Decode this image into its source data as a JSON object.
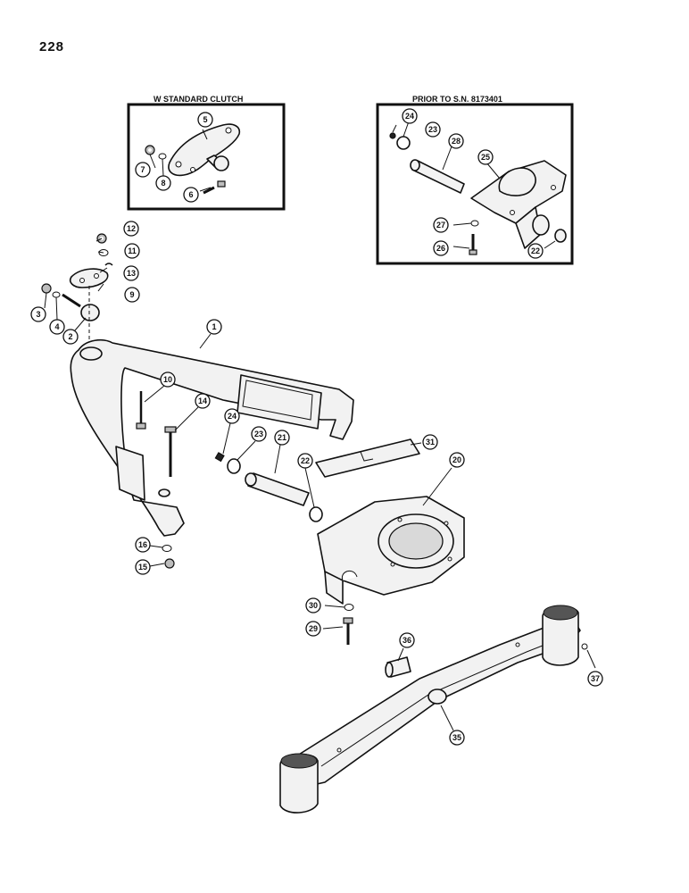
{
  "page": {
    "number": "228"
  },
  "insets": {
    "standard_clutch": {
      "title": "W  STANDARD CLUTCH"
    },
    "prior_sn": {
      "title": "PRIOR TO S.N. 8173401"
    }
  },
  "callouts": {
    "c1": "1",
    "c2": "2",
    "c3": "3",
    "c4": "4",
    "c5": "5",
    "c6": "6",
    "c7": "7",
    "c8": "8",
    "c9": "9",
    "c10": "10",
    "c11": "11",
    "c12": "12",
    "c13": "13",
    "c14": "14",
    "c15": "15",
    "c16": "16",
    "c20": "20",
    "c21": "21",
    "c22": "22",
    "c22b": "22",
    "c23": "23",
    "c23b": "23",
    "c24": "24",
    "c24b": "24",
    "c25": "25",
    "c26": "26",
    "c27": "27",
    "c28": "28",
    "c29": "29",
    "c30": "30",
    "c31": "31",
    "c35": "35",
    "c36": "36",
    "c37": "37"
  }
}
